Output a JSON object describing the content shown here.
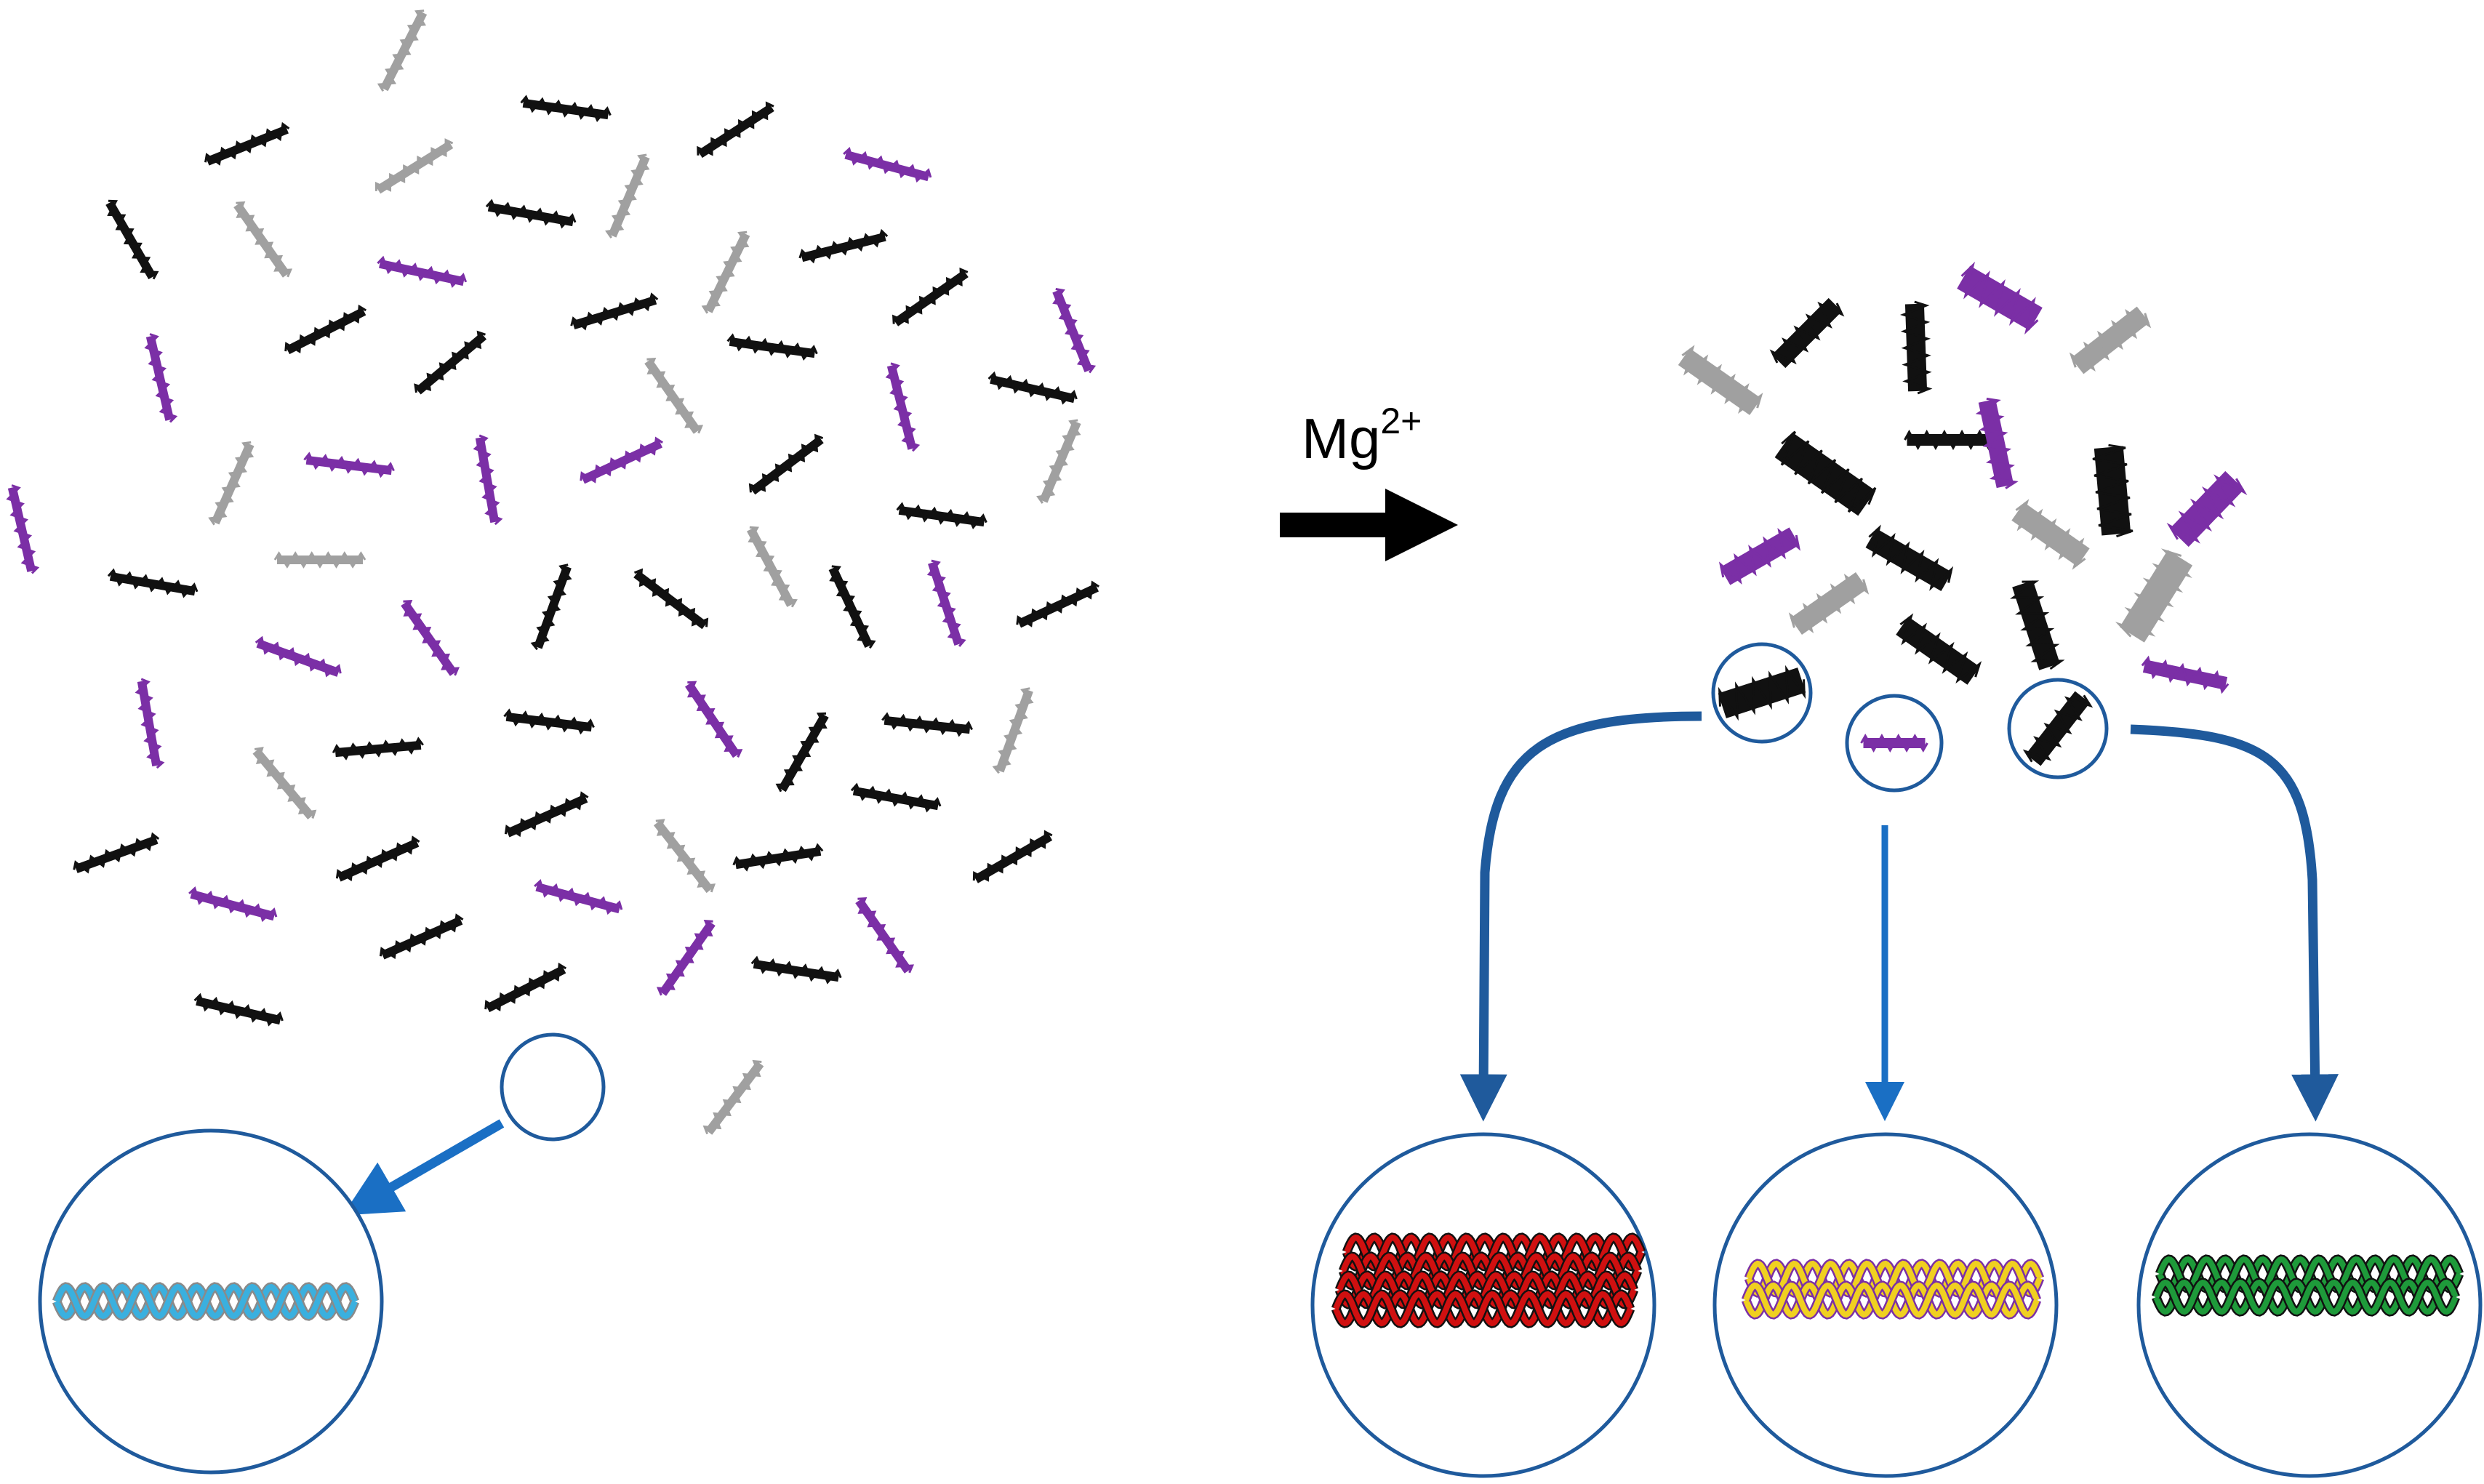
{
  "colors": {
    "black": "#111111",
    "gray": "#a0a0a0",
    "purple": "#7b2fa6",
    "callout": "#1f5a9c",
    "arrow_blue": "#1a6fc4",
    "helix_blue": "#3ab0df",
    "helix_blue_edge": "#8a8a8a",
    "red": "#d01010",
    "yellow": "#f0d020",
    "yellow_edge": "#7b2fa6",
    "green": "#1e9a3a"
  },
  "reaction": {
    "reagent": "Mg",
    "charge": "2+"
  },
  "left_panel": {
    "zoom_callout": "single-helix"
  },
  "right_panel": {
    "callouts": [
      "triple-layer-helix",
      "double-layer-helix-yellow",
      "double-layer-helix-green"
    ]
  }
}
